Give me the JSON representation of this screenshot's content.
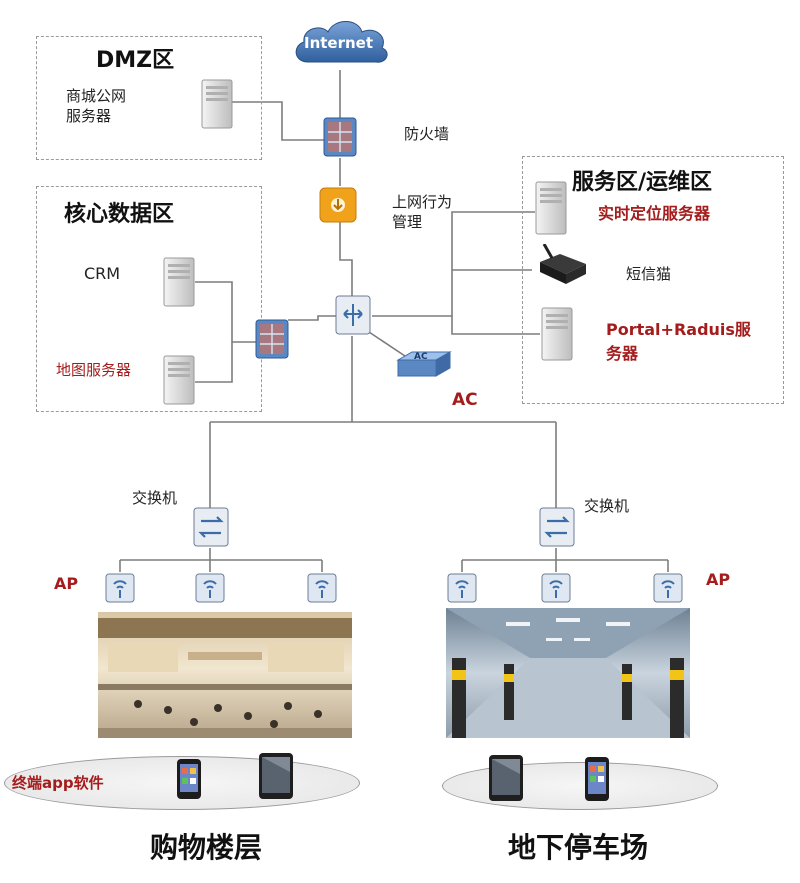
{
  "zones": {
    "dmz": {
      "title": "DMZ区",
      "server_label": "商城公网\n服务器"
    },
    "core": {
      "title": "核心数据区",
      "crm_label": "CRM",
      "map_label": "地图服务器"
    },
    "service": {
      "title": "服务区/运维区",
      "rtls_label": "实时定位服务器",
      "sms_label": "短信猫",
      "portal_label": "Portal+Raduis服\n务器"
    }
  },
  "internet": {
    "label": "Internet"
  },
  "firewall": {
    "label": "防火墙"
  },
  "behavior_mgmt": {
    "label": "上网行为\n管理"
  },
  "ac": {
    "label": "AC",
    "badge": "AC"
  },
  "left_branch": {
    "switch_label": "交换机",
    "ap_label": "AP",
    "terminal_label": "终端app软件",
    "caption": "购物楼层"
  },
  "right_branch": {
    "switch_label": "交换机",
    "ap_label": "AP",
    "caption": "地下停车场"
  },
  "colors": {
    "accent_red": "#a51c1c",
    "device_blue": "#3b6ea8",
    "behavior_orange": "#f0a21b"
  }
}
